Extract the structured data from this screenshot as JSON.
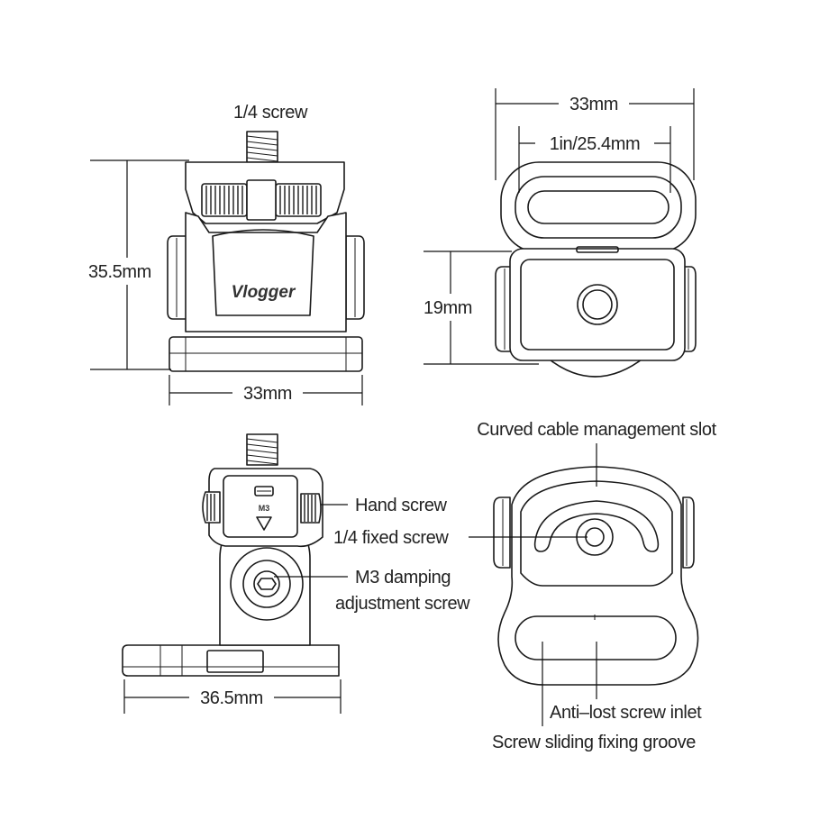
{
  "labels": {
    "top_screw": "1/4 screw",
    "front_height": "35.5mm",
    "front_width": "33mm",
    "top_outer_width": "33mm",
    "top_inner_width": "1in/25.4mm",
    "top_height": "19mm",
    "side_width": "36.5mm",
    "hand_screw": "Hand screw",
    "fixed_screw": "1/4 fixed screw",
    "m3_line1": "M3 damping",
    "m3_line2": "adjustment screw",
    "cable_slot": "Curved cable management slot",
    "anti_lost": "Anti–lost screw inlet",
    "sliding_groove": "Screw sliding fixing groove"
  },
  "branding": {
    "logo": "Vlogger",
    "m3_mark": "M3"
  },
  "colors": {
    "ink": "#1a1a1a",
    "background": "#ffffff"
  }
}
